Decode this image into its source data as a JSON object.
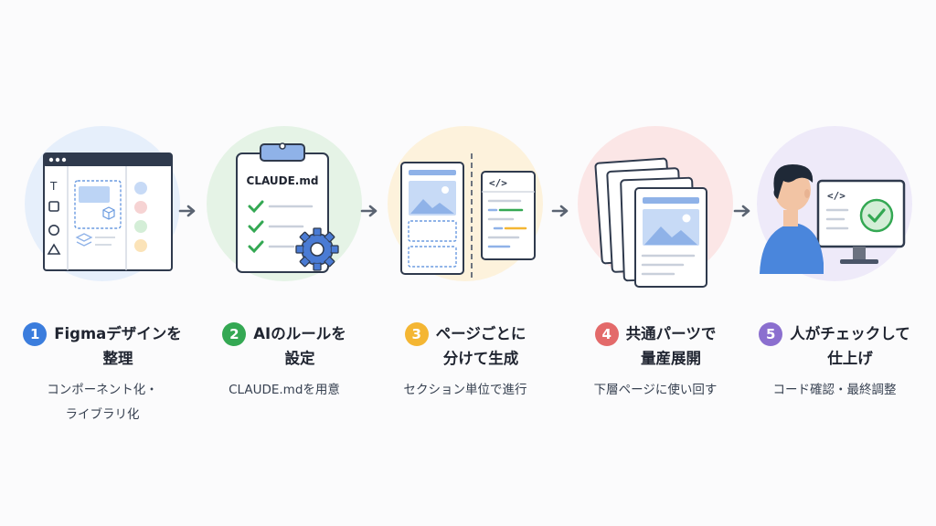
{
  "steps": [
    {
      "number": "1",
      "title_lines": [
        "Figmaデザインを",
        "整理"
      ],
      "desc_lines": [
        "コンポーネント化・",
        "ライブラリ化"
      ],
      "color": "#3b7ddd",
      "bg": "#e6effb",
      "icon": "figma-layout-icon"
    },
    {
      "number": "2",
      "title_lines": [
        "AIのルールを",
        "設定"
      ],
      "desc_lines": [
        "CLAUDE.mdを用意"
      ],
      "clipboard_label": "CLAUDE.md",
      "color": "#34a853",
      "bg": "#e5f3e6",
      "icon": "clipboard-gear-icon"
    },
    {
      "number": "3",
      "title_lines": [
        "ページごとに",
        "分けて生成"
      ],
      "desc_lines": [
        "セクション単位で進行"
      ],
      "code_label": "</>",
      "color": "#f4b633",
      "bg": "#fdf2dc",
      "icon": "page-code-split-icon"
    },
    {
      "number": "4",
      "title_lines": [
        "共通パーツで",
        "量産展開"
      ],
      "desc_lines": [
        "下層ページに使い回す"
      ],
      "color": "#e36a6a",
      "bg": "#fbe6e6",
      "icon": "stacked-pages-icon"
    },
    {
      "number": "5",
      "title_lines": [
        "人がチェックして",
        "仕上げ"
      ],
      "desc_lines": [
        "コード確認・最終調整"
      ],
      "code_label": "</>",
      "color": "#8b6fcf",
      "bg": "#eeeaf9",
      "icon": "person-monitor-check-icon"
    }
  ]
}
